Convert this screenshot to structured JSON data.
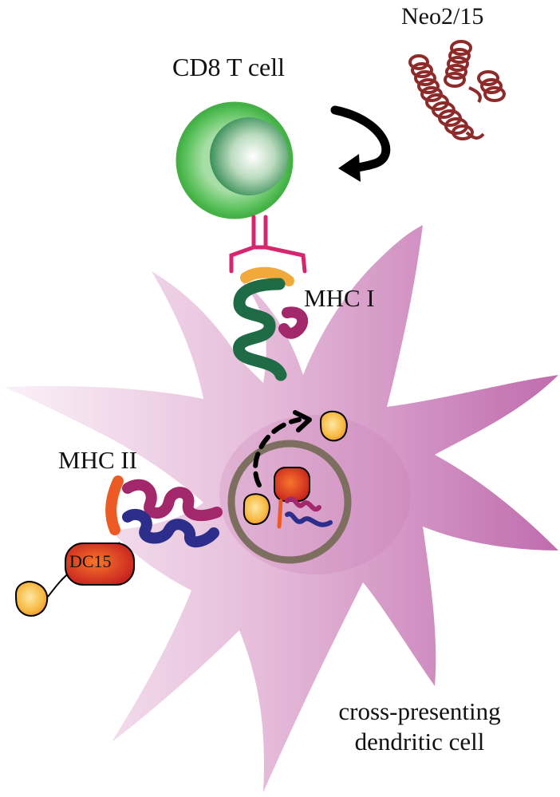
{
  "labels": {
    "t_cell": "CD8 T cell",
    "cytokine": "Neo2/15",
    "mhc1": "MHC I",
    "mhc2": "MHC II",
    "fusion": "DC15",
    "dendritic_line1": "cross-presenting",
    "dendritic_line2": "dendritic cell"
  },
  "colors": {
    "dendritic_cell": "#c87ab5",
    "dendritic_cell_light": "#f3e3ef",
    "t_cell_outer": "#47b54a",
    "t_cell_inner": "#ffffff",
    "protein_helix": "#8e2a2a",
    "tcr": "#d6266f",
    "mhc1_chain": "#1e6b45",
    "mhc1_b2m": "#a3286b",
    "peptide": "#f2a93b",
    "mhc2_alpha": "#a3286b",
    "mhc2_beta": "#2d2e8c",
    "mhc2_peptide": "#ee5a24",
    "antigen_bead": "#f7b940",
    "dc15_fill": "#e0402a",
    "endosome_ring": "#7c6f5f",
    "arrow": "#000000"
  }
}
